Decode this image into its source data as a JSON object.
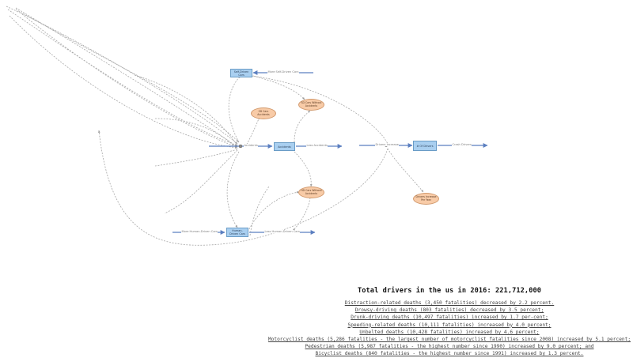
{
  "diagram": {
    "stocks": {
      "self_driven_cars": "Self-Driven Cars",
      "accidents": "Accidents",
      "of_drivers": "# Of Drivers",
      "human_driven_cars": "Human-Driven Cars"
    },
    "variables": {
      "sd_cars_accidents": "SD Cars Accidents",
      "sd_cars_without_accidents": "SD Cars Without Accidents",
      "hd_cars_without_accidents": "HD Cars Without Accidents",
      "drivers_increase_per_year": "Drivers Increase Per Year"
    },
    "flows": {
      "more_self_driven_cars": "More Self-Driven Cars",
      "accidents_in": "Accidents",
      "less_accidents": "Less Accidents",
      "drivers_increase": "Drivers Increase",
      "crash_drivers": "Crash Drivers",
      "more_human_driven_cars": "More Human-Driven Cars",
      "less_human_driven_cars": "Less Human-Driven Cars"
    }
  },
  "notes": {
    "title": "Total drivers in the us in 2016: 221,712,000",
    "lines": [
      "Distraction-related deaths (3,450 fatalities) decreased by 2.2 percent.",
      "Drowsy-driving deaths (803 fatalities) decreased by 3.5 percent;",
      "Drunk-driving deaths (10,497 fatalities) increased by 1.7 per-cent;",
      "Speeding-related deaths (10,111 fatalities) increased by 4.0 percent;",
      "Unbelted deaths (10,428 fatalities) increased by 4.6 percent;",
      "Motorcyclist deaths (5,286 fatalities - the largest number of motorcyclist fatalities since 2008) increased by 5.1 percent;",
      "Pedestrian deaths (5,987 fatalities - the highest number since 1990) increased by 9.0 percent; and",
      "Bicyclist deaths (840 fatalities - the highest number since 1991) increased by 1.3 percent."
    ]
  },
  "colors": {
    "stock_fill": "#a9cff0",
    "variable_fill": "#f8cba7",
    "flow_line": "#5b7fc0",
    "link_line": "#9a9a9a"
  }
}
